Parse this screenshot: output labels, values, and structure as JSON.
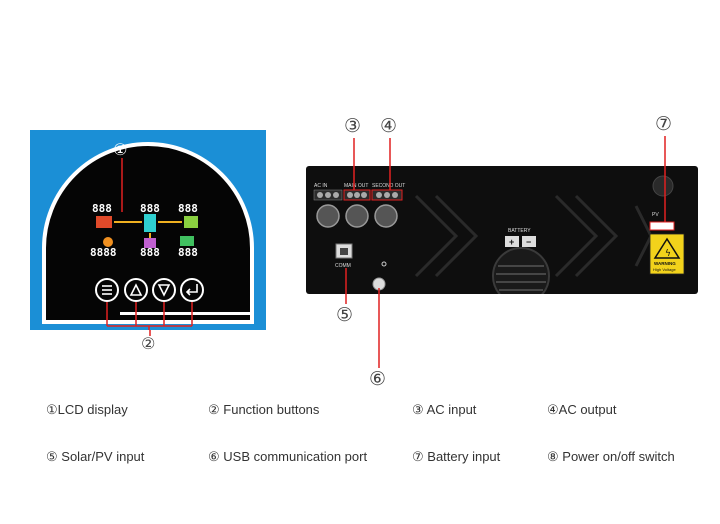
{
  "legend": [
    {
      "marker": "①",
      "label": "LCD display"
    },
    {
      "marker": "②",
      "label": "Function buttons"
    },
    {
      "marker": "③",
      "label": "AC input"
    },
    {
      "marker": "④",
      "label": "AC output"
    },
    {
      "marker": "⑤",
      "label": "Solar/PV input"
    },
    {
      "marker": "⑥",
      "label": "USB communication port"
    },
    {
      "marker": "⑦",
      "label": "Battery input"
    },
    {
      "marker": "⑧",
      "label": "Power on/off switch"
    }
  ],
  "callouts": {
    "c1": "①",
    "c2": "②",
    "c3": "③",
    "c4": "④",
    "c5": "⑤",
    "c6": "⑥",
    "c7": "⑦"
  },
  "lcd": {
    "seg_top_left": "888",
    "seg_top_mid": "888",
    "seg_top_right": "888",
    "seg_bottom_left": "8888",
    "seg_bottom_mid": "888",
    "seg_bottom_right": "888"
  },
  "rear_panel": {
    "comm_label": "COMM",
    "battery_label": "BATTERY",
    "battery_plus": "+",
    "battery_minus": "−",
    "pv_label": "PV",
    "warning_title": "WARNING",
    "warning_text": "High Voltage",
    "ac_in_label": "AC IN",
    "main_out_label": "MAIN OUT",
    "second_out_label": "SECOND OUT"
  },
  "colors": {
    "panel_blue": "#1b8fd6",
    "callout_red": "#e02020",
    "housing_black": "#0e0e0e",
    "warning_yellow": "#f2d21b"
  }
}
